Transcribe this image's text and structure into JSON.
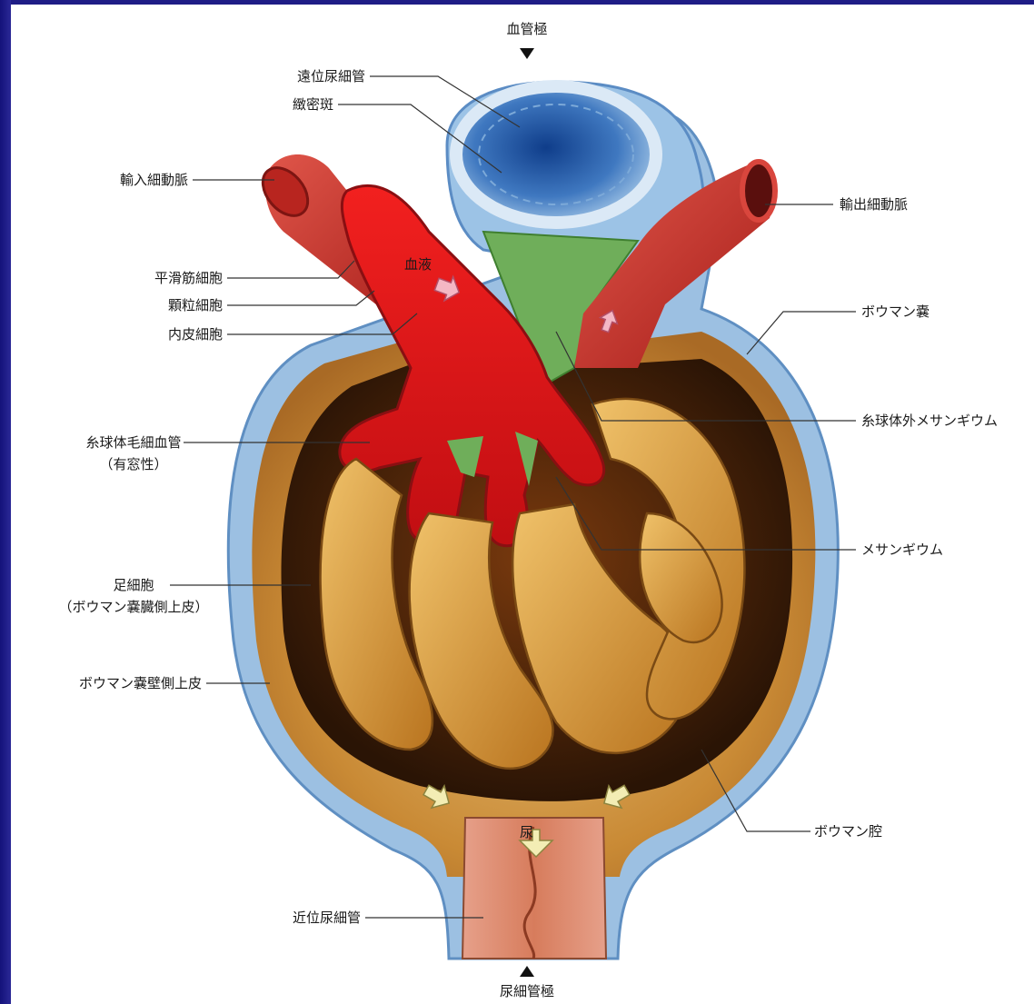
{
  "labels": {
    "vascular_pole": "血管極",
    "distal_tubule": "遠位尿細管",
    "macula_densa": "緻密斑",
    "afferent_arteriole": "輸入細動脈",
    "efferent_arteriole": "輸出細動脈",
    "smooth_muscle_cell": "平滑筋細胞",
    "granular_cell": "顆粒細胞",
    "endothelial_cell": "内皮細胞",
    "bowman_capsule": "ボウマン嚢",
    "extraglomerular_mesangium": "糸球体外メサンギウム",
    "glomerular_capillary": "糸球体毛細血管",
    "glomerular_capillary_note": "（有窓性）",
    "mesangium": "メサンギウム",
    "podocyte": "足細胞",
    "podocyte_note": "（ボウマン嚢臓側上皮）",
    "parietal_epithelium": "ボウマン嚢壁側上皮",
    "bowman_space": "ボウマン腔",
    "proximal_tubule": "近位尿細管",
    "urinary_pole": "尿細管極",
    "blood": "血液",
    "urine": "尿"
  },
  "colors": {
    "background": "#1f1d86",
    "blood": "#e0161a",
    "podocyte": "#d99a3a",
    "tubule_blue": "#3d7fc4",
    "capsule_blue": "#8fb6dc",
    "mesangium": "#6fae5a"
  },
  "icons": [
    "down-triangle-icon",
    "up-triangle-icon",
    "arrow-icon"
  ]
}
